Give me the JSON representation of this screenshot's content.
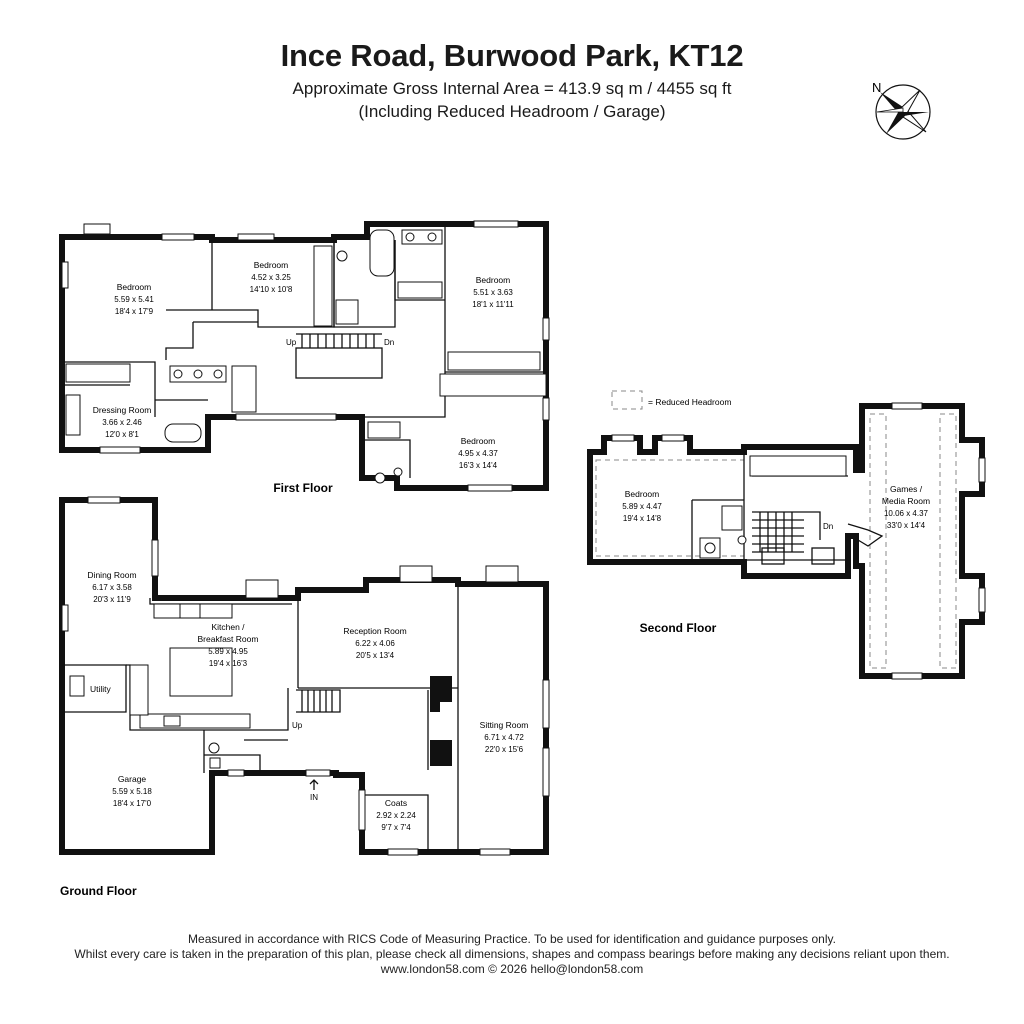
{
  "title": "Ince Road, Burwood Park, KT12",
  "area_line": "Approximate Gross Internal Area = 413.9 sq m / 4455 sq ft",
  "area_note": "(Including Reduced Headroom / Garage)",
  "compass_label": "N",
  "legend_label": "= Reduced Headroom",
  "floors": {
    "first": "First Floor",
    "second": "Second Floor",
    "ground": "Ground Floor"
  },
  "rooms": {
    "ff_bed1": {
      "name": "Bedroom",
      "metric": "5.59 x 5.41",
      "imperial": "18'4 x 17'9"
    },
    "ff_bed2": {
      "name": "Bedroom",
      "metric": "4.52 x 3.25",
      "imperial": "14'10 x 10'8"
    },
    "ff_bed3": {
      "name": "Bedroom",
      "metric": "5.51 x 3.63",
      "imperial": "18'1 x 11'11"
    },
    "ff_dress": {
      "name": "Dressing Room",
      "metric": "3.66 x 2.46",
      "imperial": "12'0 x 8'1"
    },
    "ff_bed4": {
      "name": "Bedroom",
      "metric": "4.95 x 4.37",
      "imperial": "16'3 x 14'4"
    },
    "sf_bed": {
      "name": "Bedroom",
      "metric": "5.89 x 4.47",
      "imperial": "19'4 x 14'8"
    },
    "sf_games_1": {
      "name": "Games /"
    },
    "sf_games": {
      "name": "Media Room",
      "metric": "10.06 x 4.37",
      "imperial": "33'0 x 14'4"
    },
    "gf_dining": {
      "name": "Dining Room",
      "metric": "6.17 x 3.58",
      "imperial": "20'3 x 11'9"
    },
    "gf_kitchen_1": {
      "name": "Kitchen /"
    },
    "gf_kitchen": {
      "name": "Breakfast Room",
      "metric": "5.89 x 4.95",
      "imperial": "19'4 x 16'3"
    },
    "gf_reception": {
      "name": "Reception Room",
      "metric": "6.22 x 4.06",
      "imperial": "20'5 x 13'4"
    },
    "gf_utility": {
      "name": "Utility"
    },
    "gf_sitting": {
      "name": "Sitting Room",
      "metric": "6.71 x 4.72",
      "imperial": "22'0 x 15'6"
    },
    "gf_garage": {
      "name": "Garage",
      "metric": "5.59 x 5.18",
      "imperial": "18'4 x 17'0"
    },
    "gf_coats": {
      "name": "Coats",
      "metric": "2.92 x 2.24",
      "imperial": "9'7 x 7'4"
    }
  },
  "stair_labels": {
    "ff_up": "Up",
    "ff_dn": "Dn",
    "sf_dn": "Dn",
    "gf_up": "Up",
    "entrance": "IN"
  },
  "footer": {
    "line1": "Measured in accordance with RICS Code of Measuring Practice. To be used for identification and guidance purposes only.",
    "line2": "Whilst every care is taken in the preparation of this plan, please check all dimensions, shapes and compass bearings before making any decisions reliant upon them.",
    "line3": "www.london58.com © 2026 hello@london58.com"
  }
}
